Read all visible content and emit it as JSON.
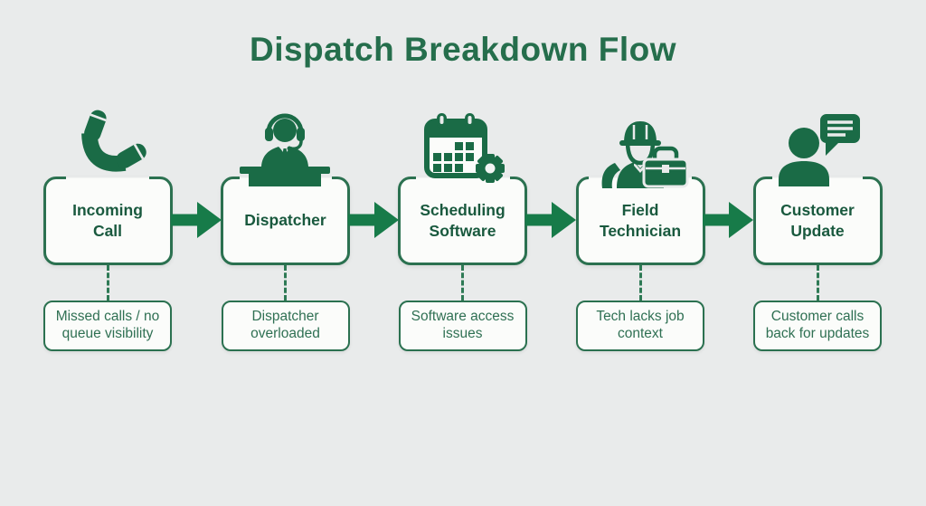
{
  "title": "Dispatch Breakdown Flow",
  "colors": {
    "background": "#e9ebeb",
    "icon_green": "#1a6b46",
    "border_green": "#2b7150",
    "title_green": "#256e4c",
    "label_green": "#19593e",
    "issue_text_green": "#2f7053",
    "arrow_green": "#177b49",
    "box_fill": "#fbfcfa"
  },
  "steps": [
    {
      "label": "Incoming Call",
      "issue": "Missed calls / no queue visibility",
      "icon": "phone-icon"
    },
    {
      "label": "Dispatcher",
      "issue": "Dispatcher overloaded",
      "icon": "dispatcher-headset-icon"
    },
    {
      "label": "Scheduling Software",
      "issue": "Software access issues",
      "icon": "calendar-gear-icon"
    },
    {
      "label": "Field Technician",
      "issue": "Tech lacks job context",
      "icon": "technician-hardhat-icon"
    },
    {
      "label": "Customer Update",
      "issue": "Customer calls back for updates",
      "icon": "person-chat-bubble-icon"
    }
  ]
}
